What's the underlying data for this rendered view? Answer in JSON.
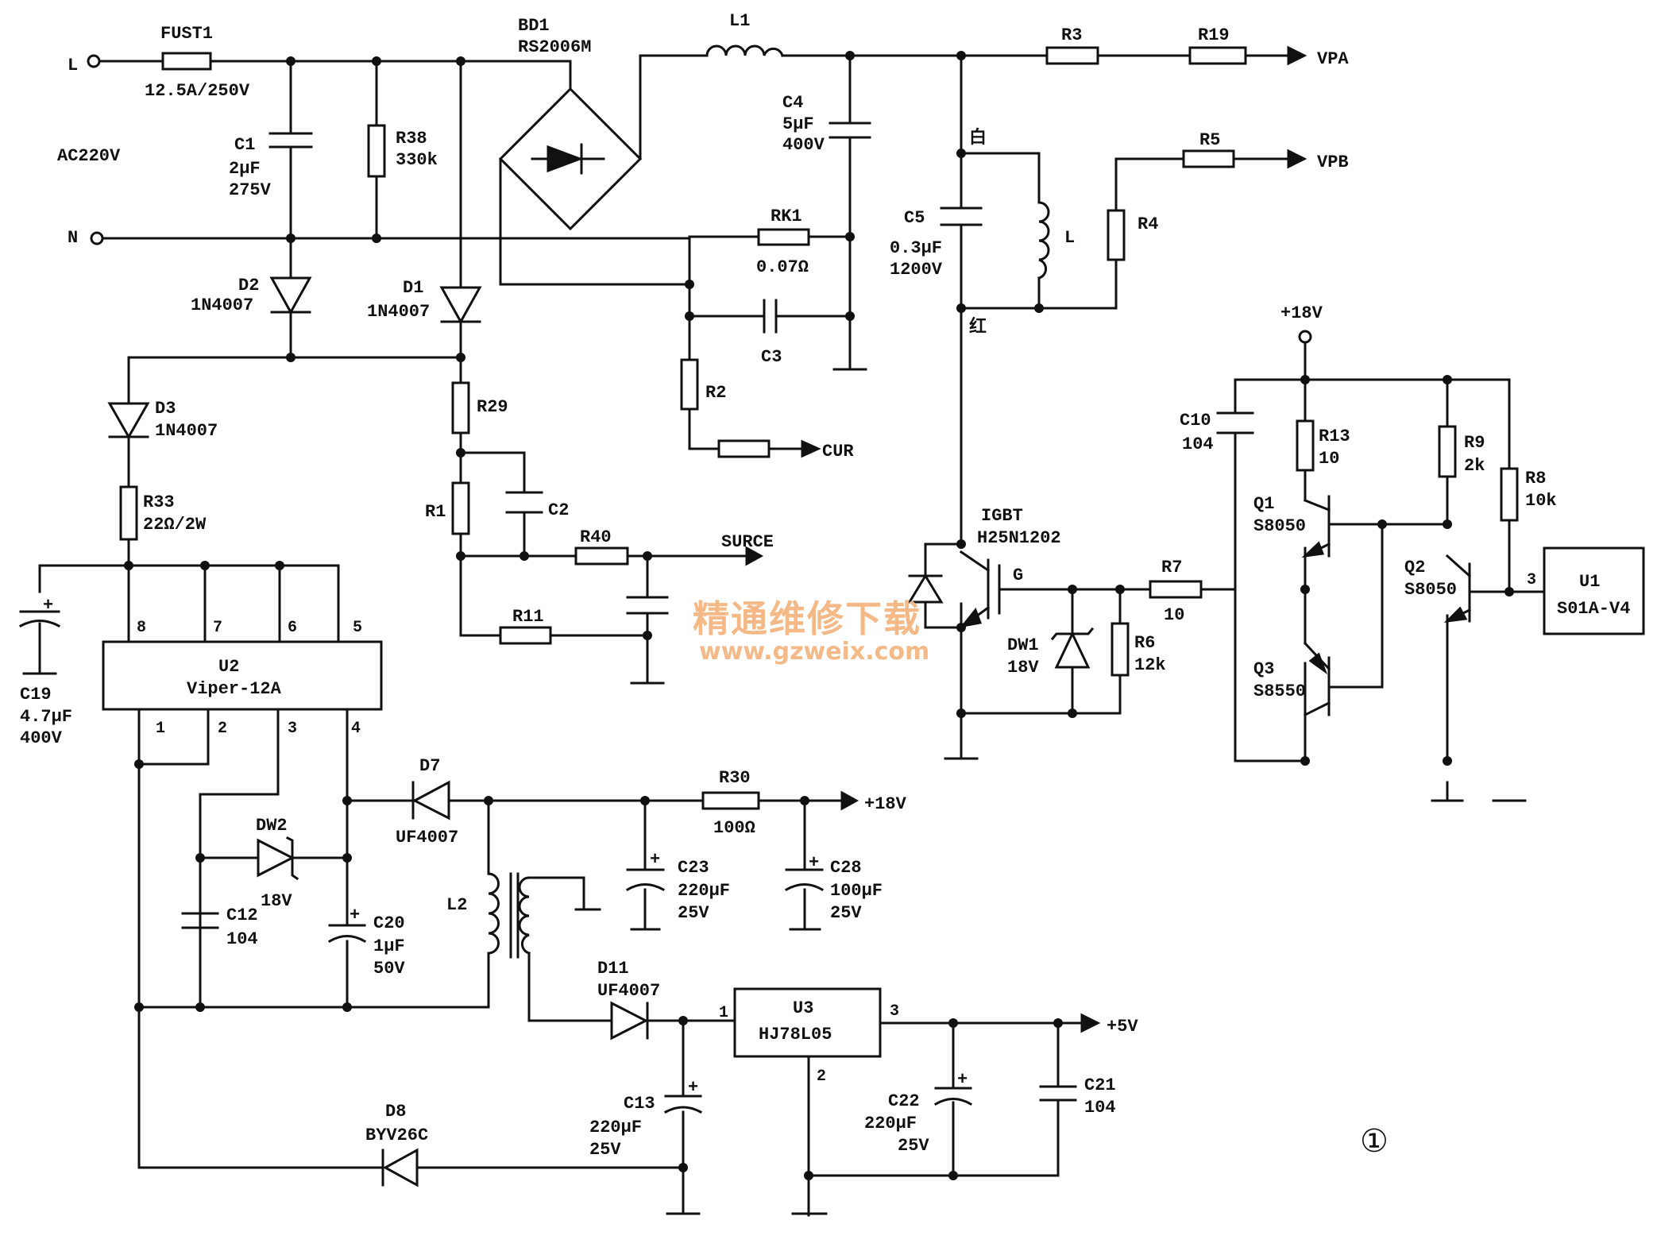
{
  "input": {
    "l": "L",
    "n": "N",
    "ac": "AC220V"
  },
  "fuse": {
    "ref": "FUST1",
    "val": "12.5A/250V"
  },
  "bd1": {
    "ref": "BD1",
    "val": "RS2006M"
  },
  "l1": {
    "ref": "L1"
  },
  "c1": {
    "ref": "C1",
    "val1": "2μF",
    "val2": "275V"
  },
  "r38": {
    "ref": "R38",
    "val": "330k"
  },
  "d2": {
    "ref": "D2",
    "val": "1N4007"
  },
  "d1": {
    "ref": "D1",
    "val": "1N4007"
  },
  "d3": {
    "ref": "D3",
    "val": "1N4007"
  },
  "r33": {
    "ref": "R33",
    "val": "22Ω/2W"
  },
  "c19": {
    "ref": "C19",
    "val1": "4.7μF",
    "val2": "400V"
  },
  "u2": {
    "ref": "U2",
    "val": "Viper-12A",
    "pins": [
      "8",
      "7",
      "6",
      "5",
      "1",
      "2",
      "3",
      "4"
    ]
  },
  "c4": {
    "ref": "C4",
    "val1": "5μF",
    "val2": "400V"
  },
  "rk1": {
    "ref": "RK1",
    "val": "0.07Ω"
  },
  "c3": {
    "ref": "C3"
  },
  "r2": {
    "ref": "R2"
  },
  "cur": {
    "label": "CUR"
  },
  "r29": {
    "ref": "R29"
  },
  "r1": {
    "ref": "R1"
  },
  "c2": {
    "ref": "C2"
  },
  "r40": {
    "ref": "R40"
  },
  "surge": {
    "label": "SURCE"
  },
  "r11": {
    "ref": "R11"
  },
  "r3": {
    "ref": "R3"
  },
  "r19": {
    "ref": "R19"
  },
  "vpa": {
    "label": "VPA"
  },
  "r5": {
    "ref": "R5"
  },
  "vpb": {
    "label": "VPB"
  },
  "r4": {
    "ref": "R4"
  },
  "c5": {
    "ref": "C5",
    "val1": "0.3μF",
    "val2": "1200V"
  },
  "coil": {
    "ref": "L",
    "white": "白",
    "red": "红"
  },
  "igbt": {
    "ref": "IGBT",
    "val": "H25N1202",
    "gate": "G"
  },
  "dw1": {
    "ref": "DW1",
    "val": "18V"
  },
  "r6": {
    "ref": "R6",
    "val": "12k"
  },
  "r7": {
    "ref": "R7",
    "val": "10"
  },
  "supply18": {
    "label": "+18V"
  },
  "c10": {
    "ref": "C10",
    "val": "104"
  },
  "r13": {
    "ref": "R13",
    "val": "10"
  },
  "r9": {
    "ref": "R9",
    "val": "2k"
  },
  "r8": {
    "ref": "R8",
    "val": "10k"
  },
  "q1": {
    "ref": "Q1",
    "val": "S8050"
  },
  "q2": {
    "ref": "Q2",
    "val": "S8050"
  },
  "q3": {
    "ref": "Q3",
    "val": "S8550"
  },
  "u1": {
    "ref": "U1",
    "val": "S01A-V4",
    "pin": "3"
  },
  "d7": {
    "ref": "D7",
    "val": "UF4007"
  },
  "r30": {
    "ref": "R30",
    "val": "100Ω"
  },
  "out18": {
    "label": "+18V"
  },
  "dw2": {
    "ref": "DW2",
    "val": "18V"
  },
  "c12": {
    "ref": "C12",
    "val": "104"
  },
  "c20": {
    "ref": "C20",
    "val1": "1μF",
    "val2": "50V"
  },
  "c23": {
    "ref": "C23",
    "val1": "220μF",
    "val2": "25V"
  },
  "c28": {
    "ref": "C28",
    "val1": "100μF",
    "val2": "25V"
  },
  "l2": {
    "ref": "L2"
  },
  "d11": {
    "ref": "D11",
    "val": "UF4007"
  },
  "u3": {
    "ref": "U3",
    "val": "HJ78L05",
    "pin1": "1",
    "pin2": "2",
    "pin3": "3"
  },
  "out5": {
    "label": "+5V"
  },
  "c13": {
    "ref": "C13",
    "val1": "220μF",
    "val2": "25V"
  },
  "c22": {
    "ref": "C22",
    "val1": "220μF",
    "val2": "25V"
  },
  "c21": {
    "ref": "C21",
    "val": "104"
  },
  "d8": {
    "ref": "D8",
    "val": "BYV26C"
  },
  "watermark": {
    "cn": "精通维修下载",
    "url": "www.gzweix.com"
  },
  "figure": {
    "num": "①"
  }
}
